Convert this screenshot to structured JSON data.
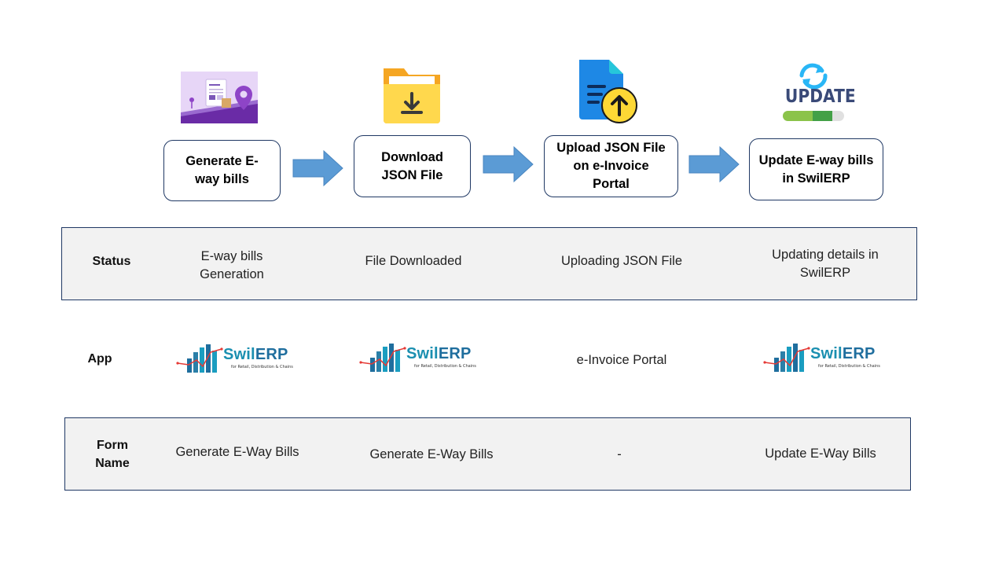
{
  "steps": [
    {
      "line1": "Generate E-",
      "line2": "way bills",
      "line3": "",
      "icon": "eway-bill-map-icon"
    },
    {
      "line1": "Download",
      "line2": "JSON File",
      "line3": "",
      "icon": "folder-download-icon"
    },
    {
      "line1": "Upload JSON File",
      "line2": "on e-Invoice",
      "line3": "Portal",
      "icon": "file-upload-icon"
    },
    {
      "line1": "Update E-way bills",
      "line2": "in SwilERP",
      "line3": "",
      "icon": "update-icon"
    }
  ],
  "update_icon_text": "UPDATE",
  "status_row": {
    "label": "Status",
    "cells": [
      {
        "line1": "E-way bills",
        "line2": "Generation"
      },
      {
        "line1": "File Downloaded",
        "line2": ""
      },
      {
        "line1": "Uploading JSON File",
        "line2": ""
      },
      {
        "line1": "Updating details in",
        "line2": "SwilERP"
      }
    ]
  },
  "app_row": {
    "label": "App",
    "logo_text_a": "Swil",
    "logo_text_b": "ERP",
    "logo_tagline": "for Retail, Distribution & Chains",
    "portal_text": "e-Invoice Portal"
  },
  "form_row": {
    "label_line1": "Form",
    "label_line2": "Name",
    "cells": [
      "Generate E-Way Bills",
      "Generate E-Way Bills",
      "-",
      "Update E-Way Bills"
    ]
  },
  "colors": {
    "border": "#1f3864",
    "arrow": "#5b9bd5",
    "band": "#f2f2f2",
    "logo_blue": "#1a8fb0"
  }
}
